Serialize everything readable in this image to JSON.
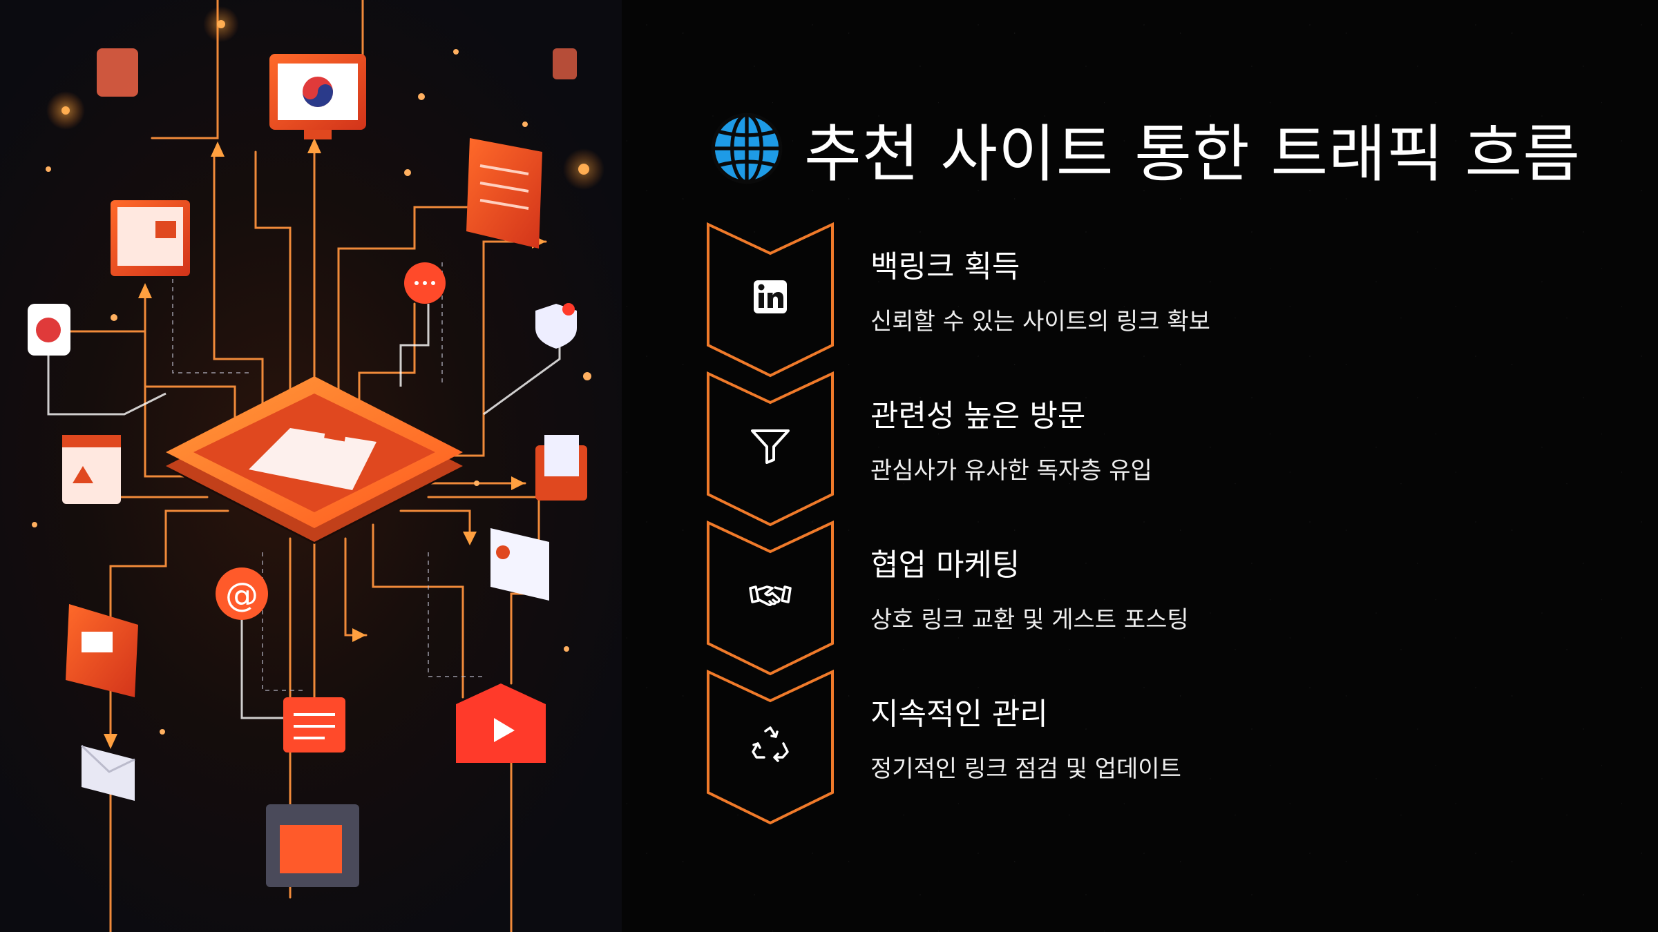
{
  "title": {
    "icon": "globe-icon",
    "text": "추천 사이트 통한 트래픽 흐름"
  },
  "steps": [
    {
      "icon": "linkedin-icon",
      "title": "백링크 획득",
      "description": "신뢰할 수 있는 사이트의 링크 확보"
    },
    {
      "icon": "filter-icon",
      "title": "관련성 높은 방문",
      "description": "관심사가 유사한 독자층 유입"
    },
    {
      "icon": "handshake-icon",
      "title": "협업 마케팅",
      "description": "상호 링크 교환 및 게스트 포스팅"
    },
    {
      "icon": "recycle-icon",
      "title": "지속적인 관리",
      "description": "정기적인 링크 점검 및 업데이트"
    }
  ],
  "colors": {
    "accent": "#f07a2a",
    "background": "#050505",
    "text": "#ffffff",
    "globe": "#1e9be6"
  },
  "illustration": {
    "icon": "network-hub-illustration"
  }
}
